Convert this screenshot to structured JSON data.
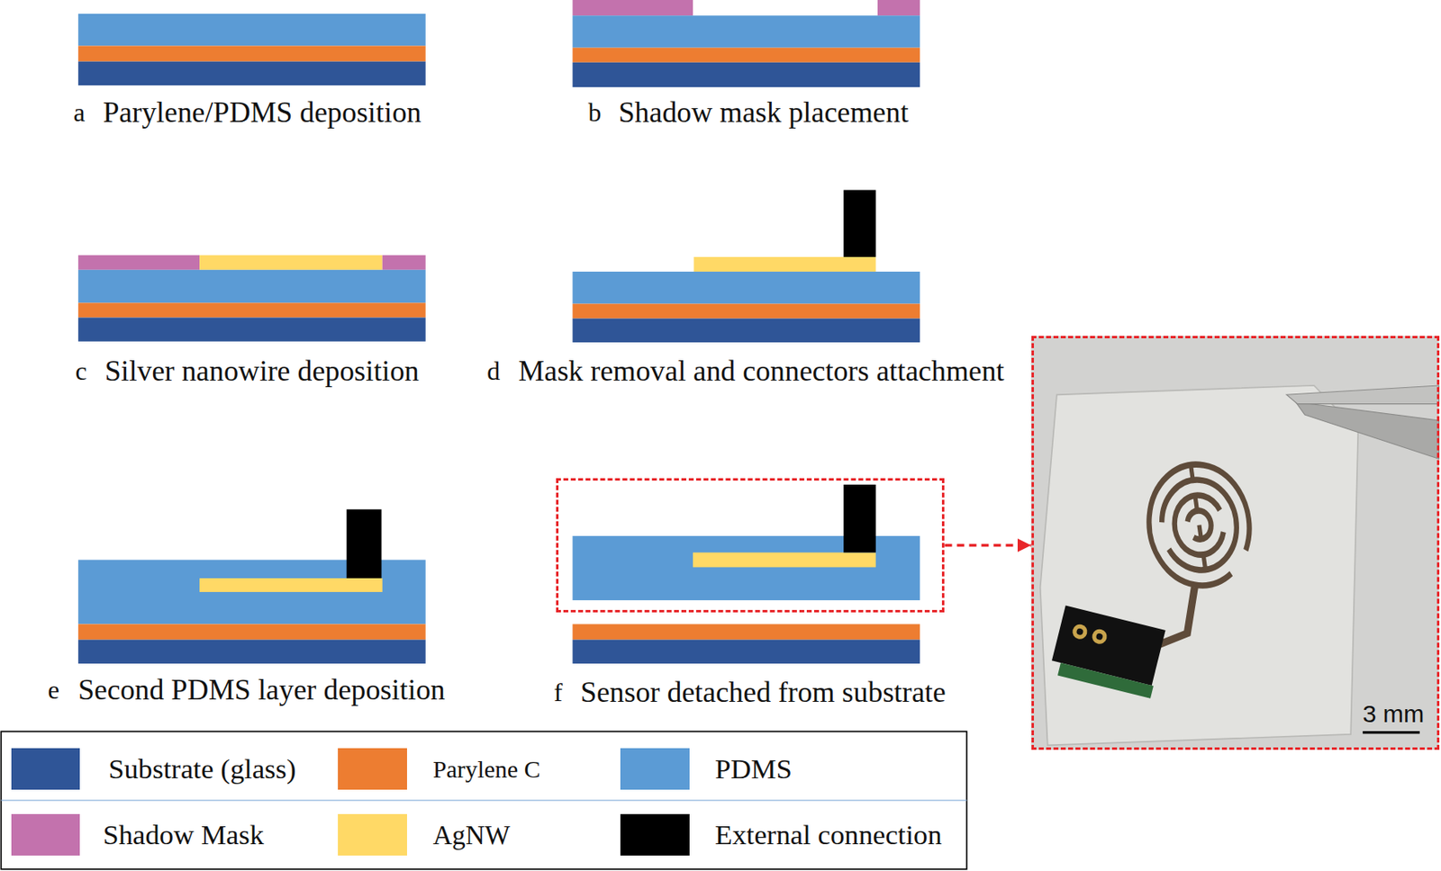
{
  "diagram": {
    "nodes": [
      {
        "text": [
          "a",
          "Parylene/PDMS deposition"
        ]
      },
      {
        "text": [
          "b",
          "Shadow mask placement"
        ]
      },
      {
        "text": [
          "c",
          "Silver nanowire deposition"
        ]
      },
      {
        "text": [
          "d",
          "Mask removal and connectors attachment"
        ]
      },
      {
        "text": [
          "e",
          "Second PDMS layer deposition"
        ]
      },
      {
        "text": [
          "f",
          "Sensor detached from substrate"
        ]
      },
      {
        "text": [
          "3 mm"
        ]
      }
    ],
    "edges": [
      {
        "from": 5,
        "to": 6,
        "arrow": "to"
      }
    ],
    "legend": [
      {
        "text": "Substrate (glass)",
        "color": "#2F5597"
      },
      {
        "text": "Parylene C",
        "color": "#ED7D31"
      },
      {
        "text": "PDMS",
        "color": "#5B9BD5"
      },
      {
        "text": "Shadow Mask",
        "color": "#C372AD"
      },
      {
        "text": "AgNW",
        "color": "#FFD966"
      },
      {
        "text": "External connection",
        "color": "#000000"
      }
    ]
  }
}
